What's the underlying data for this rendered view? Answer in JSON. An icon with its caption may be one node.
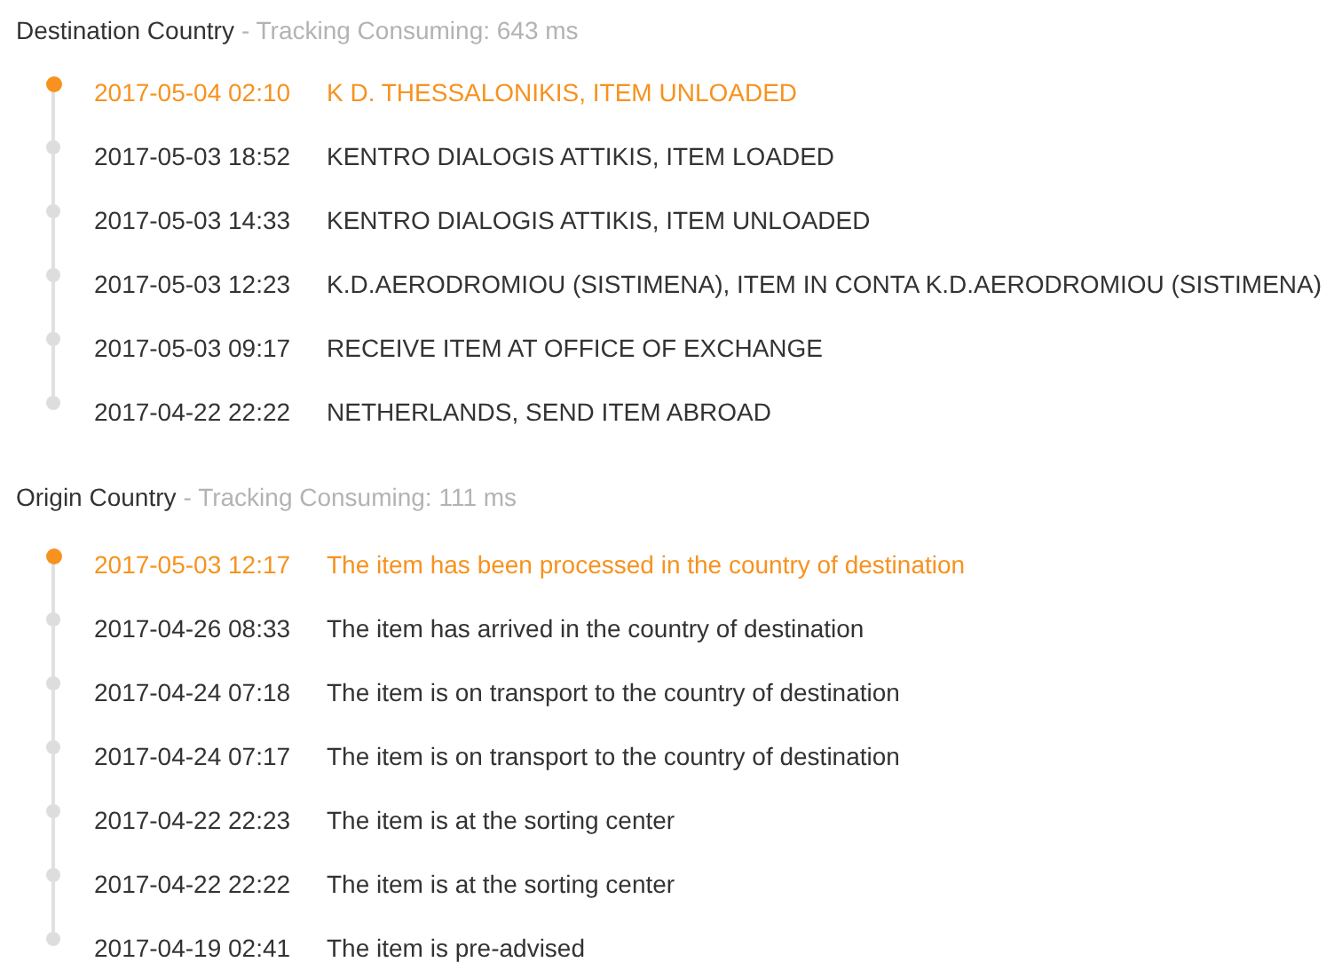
{
  "diagram": {
    "nodes": [
      {
        "text": [],
        "shape": "circle",
        "beside": [
          "2017-05-04 02:10",
          "K D. THESSALONIKIS, ITEM UNLOADED"
        ]
      },
      {
        "text": [],
        "shape": "circle",
        "beside": [
          "2017-05-03 18:52",
          "KENTRO DIALOGIS ATTIKIS, ITEM LOADED"
        ]
      },
      {
        "text": [],
        "shape": "circle",
        "beside": [
          "2017-05-03 14:33",
          "KENTRO DIALOGIS ATTIKIS, ITEM UNLOADED"
        ]
      },
      {
        "text": [],
        "shape": "circle",
        "beside": [
          "2017-05-03 12:23",
          "K.D.AERODROMIOU (SISTIMENA), ITEM IN CONTA K.D.AERODROMIOU (SISTIMENA)"
        ]
      },
      {
        "text": [],
        "shape": "circle",
        "beside": [
          "2017-05-03 09:17",
          "RECEIVE ITEM AT OFFICE OF EXCHANGE"
        ]
      },
      {
        "text": [],
        "shape": "circle",
        "beside": [
          "2017-04-22 22:22",
          "NETHERLANDS, SEND ITEM ABROAD"
        ]
      },
      {
        "text": [],
        "shape": "circle",
        "beside": [
          "2017-05-03 12:17",
          "The item has been processed in the country of destination"
        ]
      },
      {
        "text": [],
        "shape": "circle",
        "beside": [
          "2017-04-26 08:33",
          "The item has arrived in the country of destination"
        ]
      },
      {
        "text": [],
        "shape": "circle",
        "beside": [
          "2017-04-24 07:18",
          "The item is on transport to the country of destination"
        ]
      },
      {
        "text": [],
        "shape": "circle",
        "beside": [
          "2017-04-24 07:17",
          "The item is on transport to the country of destination"
        ]
      },
      {
        "text": [],
        "shape": "circle",
        "beside": [
          "2017-04-22 22:23",
          "The item is at the sorting center"
        ]
      },
      {
        "text": [],
        "shape": "circle",
        "beside": [
          "2017-04-22 22:22",
          "The item is at the sorting center"
        ]
      },
      {
        "text": [],
        "shape": "circle",
        "beside": [
          "2017-04-19 02:41",
          "The item is pre-advised"
        ]
      }
    ],
    "edges": [
      {
        "from": 0,
        "to": 1,
        "arrow": "none"
      },
      {
        "from": 1,
        "to": 2,
        "arrow": "none"
      },
      {
        "from": 2,
        "to": 3,
        "arrow": "none"
      },
      {
        "from": 3,
        "to": 4,
        "arrow": "none"
      },
      {
        "from": 4,
        "to": 5,
        "arrow": "none"
      },
      {
        "from": 6,
        "to": 7,
        "arrow": "none"
      },
      {
        "from": 7,
        "to": 8,
        "arrow": "none"
      },
      {
        "from": 8,
        "to": 9,
        "arrow": "none"
      },
      {
        "from": 9,
        "to": 10,
        "arrow": "none"
      },
      {
        "from": 10,
        "to": 11,
        "arrow": "none"
      },
      {
        "from": 11,
        "to": 12,
        "arrow": "none"
      }
    ],
    "labels": [
      "Destination Country",
      "- Tracking Consuming: 643 ms",
      "Origin Country",
      "- Tracking Consuming: 111 ms"
    ]
  }
}
